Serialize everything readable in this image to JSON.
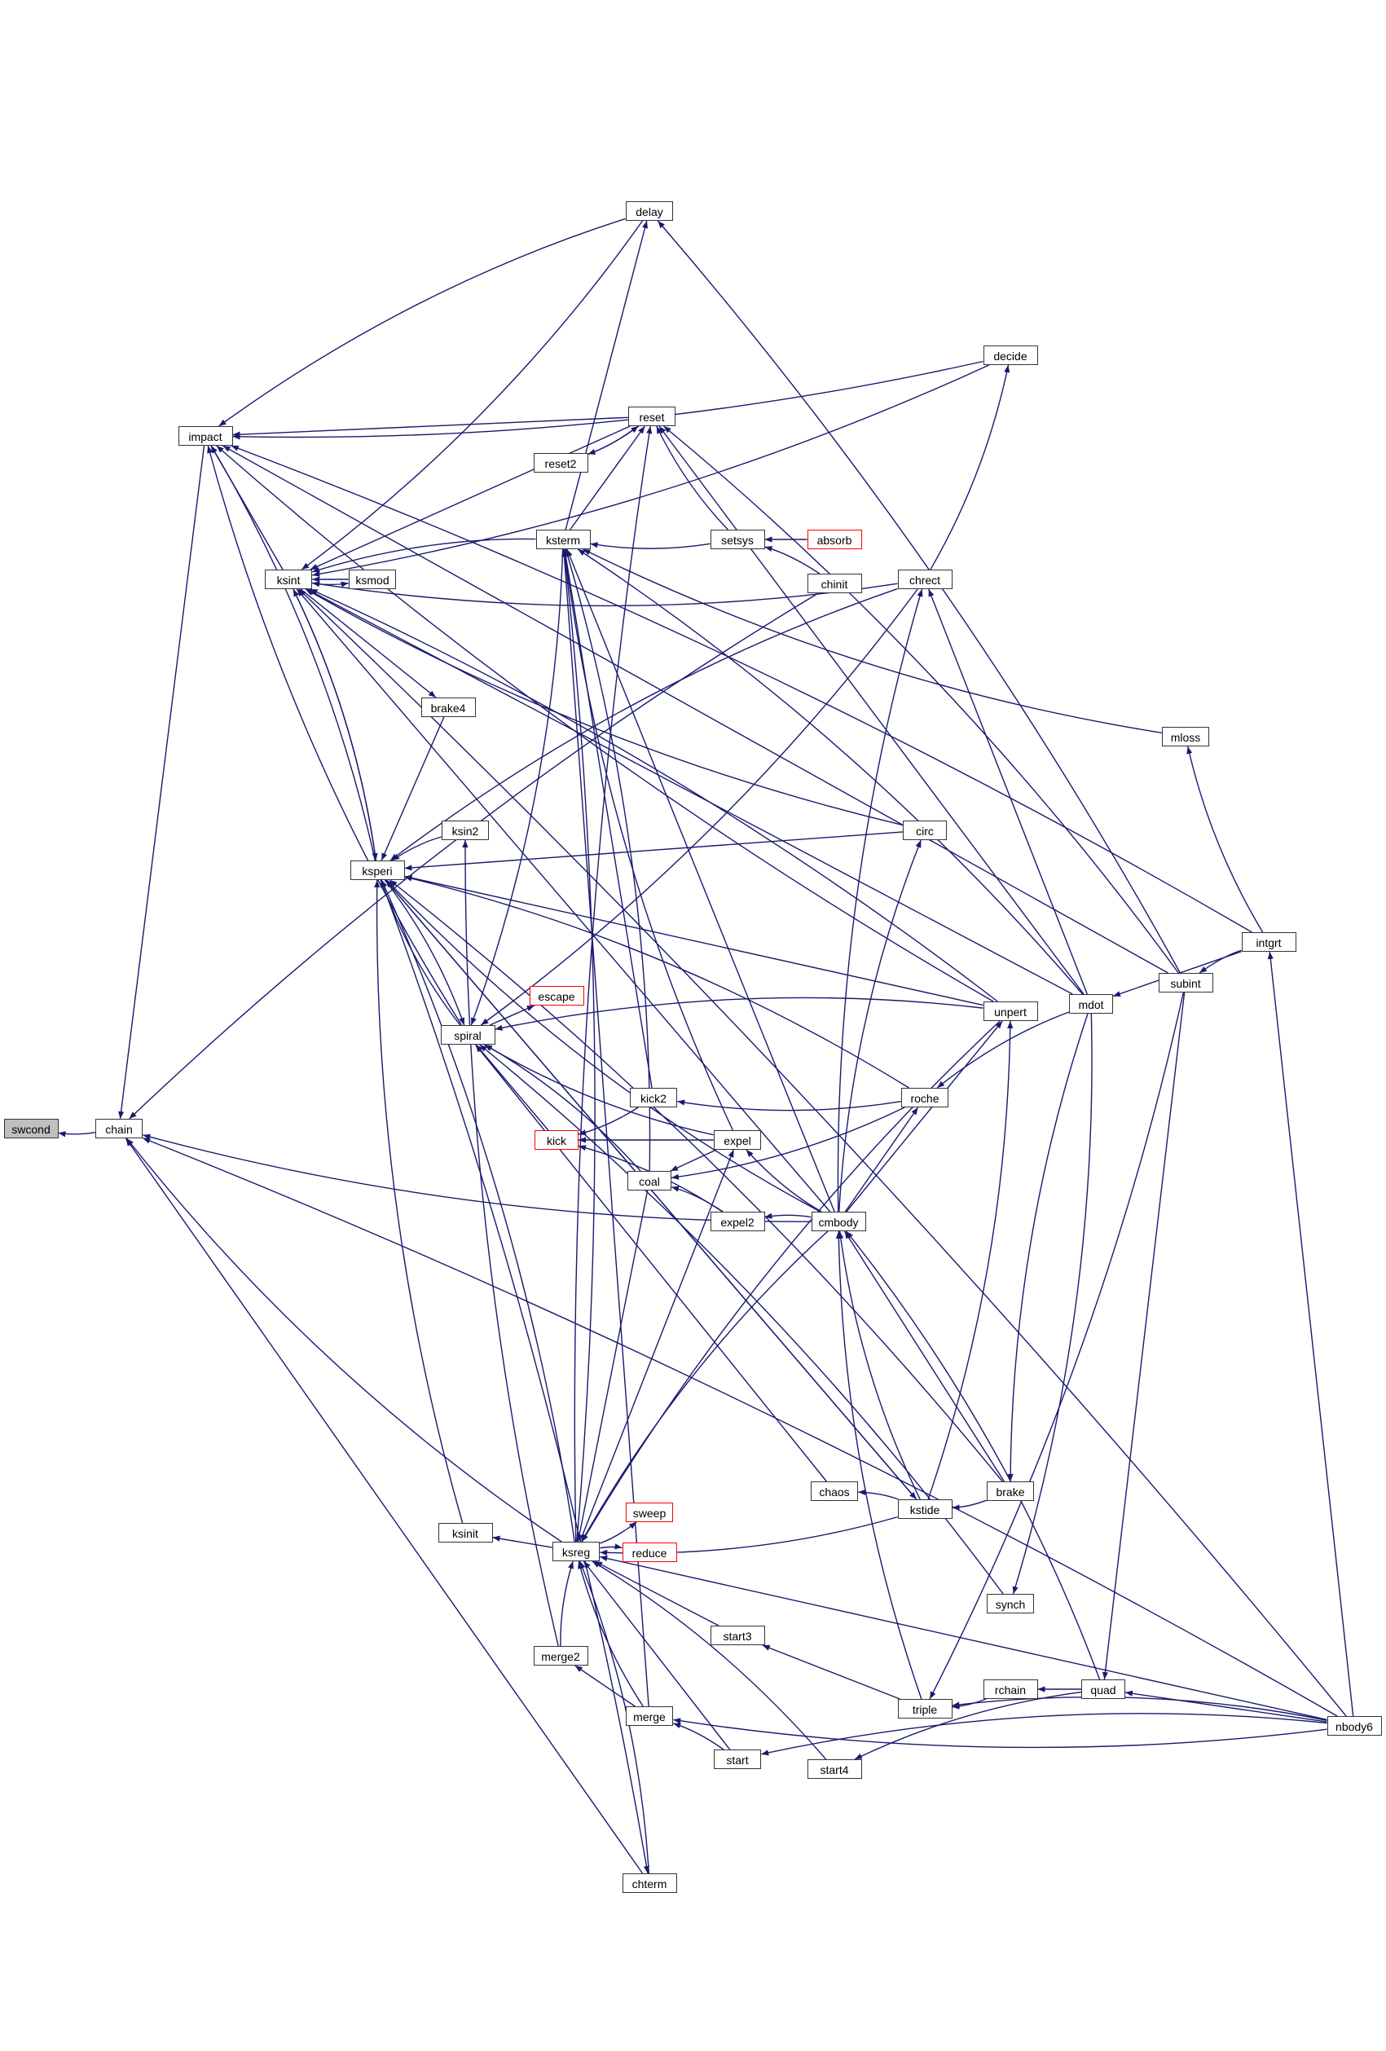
{
  "colors": {
    "edge": "#191970",
    "root_fill": "#bfbfbf",
    "border": "#333333",
    "truncated_border": "#ff0000"
  },
  "nodes": [
    {
      "id": "swcond",
      "label": "swcond",
      "root": true
    },
    {
      "id": "chain",
      "label": "chain"
    },
    {
      "id": "impact",
      "label": "impact"
    },
    {
      "id": "ksint",
      "label": "ksint"
    },
    {
      "id": "ksmod",
      "label": "ksmod"
    },
    {
      "id": "brake4",
      "label": "brake4"
    },
    {
      "id": "ksin2",
      "label": "ksin2"
    },
    {
      "id": "ksperi",
      "label": "ksperi"
    },
    {
      "id": "spiral",
      "label": "spiral"
    },
    {
      "id": "ksinit",
      "label": "ksinit"
    },
    {
      "id": "ksreg",
      "label": "ksreg"
    },
    {
      "id": "merge2",
      "label": "merge2"
    },
    {
      "id": "delay",
      "label": "delay"
    },
    {
      "id": "reset",
      "label": "reset"
    },
    {
      "id": "reset2",
      "label": "reset2"
    },
    {
      "id": "ksterm",
      "label": "ksterm"
    },
    {
      "id": "escape",
      "label": "escape",
      "truncated": true
    },
    {
      "id": "kick",
      "label": "kick",
      "truncated": true
    },
    {
      "id": "kick2",
      "label": "kick2"
    },
    {
      "id": "coal",
      "label": "coal"
    },
    {
      "id": "expel",
      "label": "expel"
    },
    {
      "id": "expel2",
      "label": "expel2"
    },
    {
      "id": "cmbody",
      "label": "cmbody"
    },
    {
      "id": "setsys",
      "label": "setsys"
    },
    {
      "id": "absorb",
      "label": "absorb",
      "truncated": true
    },
    {
      "id": "chinit",
      "label": "chinit"
    },
    {
      "id": "chrect",
      "label": "chrect"
    },
    {
      "id": "decide",
      "label": "decide"
    },
    {
      "id": "circ",
      "label": "circ"
    },
    {
      "id": "unpert",
      "label": "unpert"
    },
    {
      "id": "roche",
      "label": "roche"
    },
    {
      "id": "mdot",
      "label": "mdot"
    },
    {
      "id": "subint",
      "label": "subint"
    },
    {
      "id": "intgrt",
      "label": "intgrt"
    },
    {
      "id": "mloss",
      "label": "mloss"
    },
    {
      "id": "chaos",
      "label": "chaos"
    },
    {
      "id": "kstide",
      "label": "kstide"
    },
    {
      "id": "brake",
      "label": "brake"
    },
    {
      "id": "sweep",
      "label": "sweep",
      "truncated": true
    },
    {
      "id": "reduce",
      "label": "reduce",
      "truncated": true
    },
    {
      "id": "start3",
      "label": "start3"
    },
    {
      "id": "synch",
      "label": "synch"
    },
    {
      "id": "triple",
      "label": "triple"
    },
    {
      "id": "rchain",
      "label": "rchain"
    },
    {
      "id": "quad",
      "label": "quad"
    },
    {
      "id": "merge",
      "label": "merge"
    },
    {
      "id": "start",
      "label": "start"
    },
    {
      "id": "start4",
      "label": "start4"
    },
    {
      "id": "chterm",
      "label": "chterm"
    },
    {
      "id": "nbody6",
      "label": "nbody6"
    }
  ],
  "edges": [
    [
      "chain",
      "swcond"
    ],
    [
      "impact",
      "chain"
    ],
    [
      "chinit",
      "chain"
    ],
    [
      "cmbody",
      "chain"
    ],
    [
      "chterm",
      "chain"
    ],
    [
      "nbody6",
      "chain"
    ],
    [
      "ksreg",
      "chain"
    ],
    [
      "ksint",
      "impact"
    ],
    [
      "ksperi",
      "impact"
    ],
    [
      "spiral",
      "impact"
    ],
    [
      "reset",
      "impact"
    ],
    [
      "delay",
      "impact"
    ],
    [
      "decide",
      "impact"
    ],
    [
      "subint",
      "impact"
    ],
    [
      "intgrt",
      "impact"
    ],
    [
      "unpert",
      "impact"
    ],
    [
      "ksmod",
      "ksint"
    ],
    [
      "ksperi",
      "ksint"
    ],
    [
      "delay",
      "ksint"
    ],
    [
      "reset",
      "ksint"
    ],
    [
      "ksterm",
      "ksint"
    ],
    [
      "chrect",
      "ksint"
    ],
    [
      "mdot",
      "ksint"
    ],
    [
      "nbody6",
      "ksint"
    ],
    [
      "decide",
      "ksint"
    ],
    [
      "ksint",
      "brake4"
    ],
    [
      "ksint",
      "ksmod"
    ],
    [
      "circ",
      "ksint"
    ],
    [
      "cmbody",
      "ksint"
    ],
    [
      "unpert",
      "ksint"
    ],
    [
      "ksint",
      "ksperi"
    ],
    [
      "brake4",
      "ksperi"
    ],
    [
      "ksin2",
      "ksperi"
    ],
    [
      "spiral",
      "ksperi"
    ],
    [
      "circ",
      "ksperi"
    ],
    [
      "roche",
      "ksperi"
    ],
    [
      "cmbody",
      "ksperi"
    ],
    [
      "unpert",
      "ksperi"
    ],
    [
      "chrect",
      "ksperi"
    ],
    [
      "ksinit",
      "ksperi"
    ],
    [
      "kstide",
      "ksperi"
    ],
    [
      "ksreg",
      "ksperi"
    ],
    [
      "ksperi",
      "spiral"
    ],
    [
      "spiral",
      "escape"
    ],
    [
      "unpert",
      "spiral"
    ],
    [
      "expel",
      "spiral"
    ],
    [
      "kick",
      "spiral"
    ],
    [
      "coal",
      "spiral"
    ],
    [
      "chrect",
      "spiral"
    ],
    [
      "chaos",
      "spiral"
    ],
    [
      "synch",
      "spiral"
    ],
    [
      "setsys",
      "ksterm"
    ],
    [
      "kick2",
      "ksterm"
    ],
    [
      "coal",
      "ksterm"
    ],
    [
      "expel",
      "ksterm"
    ],
    [
      "cmbody",
      "ksterm"
    ],
    [
      "mdot",
      "ksterm"
    ],
    [
      "mloss",
      "ksterm"
    ],
    [
      "merge",
      "ksterm"
    ],
    [
      "ksreg",
      "ksterm"
    ],
    [
      "ksterm",
      "spiral"
    ],
    [
      "ksterm",
      "reset"
    ],
    [
      "reset2",
      "reset"
    ],
    [
      "setsys",
      "reset"
    ],
    [
      "mdot",
      "reset"
    ],
    [
      "subint",
      "reset"
    ],
    [
      "ksreg",
      "reset"
    ],
    [
      "ksterm",
      "delay"
    ],
    [
      "subint",
      "delay"
    ],
    [
      "reset",
      "reset2"
    ],
    [
      "absorb",
      "setsys"
    ],
    [
      "chinit",
      "setsys"
    ],
    [
      "cmbody",
      "chrect"
    ],
    [
      "mdot",
      "chrect"
    ],
    [
      "chrect",
      "decide"
    ],
    [
      "cmbody",
      "circ"
    ],
    [
      "cmbody",
      "unpert"
    ],
    [
      "kstide",
      "unpert"
    ],
    [
      "roche",
      "kick2"
    ],
    [
      "cmbody",
      "roche"
    ],
    [
      "mdot",
      "roche"
    ],
    [
      "kick2",
      "kick"
    ],
    [
      "expel",
      "kick"
    ],
    [
      "expel2",
      "kick"
    ],
    [
      "roche",
      "coal"
    ],
    [
      "expel",
      "coal"
    ],
    [
      "expel2",
      "coal"
    ],
    [
      "cmbody",
      "expel"
    ],
    [
      "ksreg",
      "expel"
    ],
    [
      "cmbody",
      "expel2"
    ],
    [
      "kstide",
      "cmbody"
    ],
    [
      "brake",
      "cmbody"
    ],
    [
      "quad",
      "cmbody"
    ],
    [
      "triple",
      "cmbody"
    ],
    [
      "intgrt",
      "mdot"
    ],
    [
      "intgrt",
      "subint"
    ],
    [
      "intgrt",
      "mloss"
    ],
    [
      "nbody6",
      "intgrt"
    ],
    [
      "mdot",
      "brake"
    ],
    [
      "mdot",
      "synch"
    ],
    [
      "subint",
      "quad"
    ],
    [
      "kstide",
      "chaos"
    ],
    [
      "brake",
      "kstide"
    ],
    [
      "ksreg",
      "ksinit"
    ],
    [
      "ksreg",
      "sweep"
    ],
    [
      "ksreg",
      "reduce"
    ],
    [
      "start3",
      "ksreg"
    ],
    [
      "start4",
      "ksreg"
    ],
    [
      "merge",
      "ksreg"
    ],
    [
      "start",
      "ksreg"
    ],
    [
      "chterm",
      "ksreg"
    ],
    [
      "merge2",
      "ksreg"
    ],
    [
      "nbody6",
      "ksreg"
    ],
    [
      "unpert",
      "ksreg"
    ],
    [
      "kstide",
      "ksreg"
    ],
    [
      "coal",
      "ksreg"
    ],
    [
      "cmbody",
      "ksreg"
    ],
    [
      "merge2",
      "ksin2"
    ],
    [
      "triple",
      "start3"
    ],
    [
      "quad",
      "start4"
    ],
    [
      "rchain",
      "triple"
    ],
    [
      "quad",
      "rchain"
    ],
    [
      "nbody6",
      "triple"
    ],
    [
      "subint",
      "triple"
    ],
    [
      "nbody6",
      "quad"
    ],
    [
      "start",
      "merge"
    ],
    [
      "nbody6",
      "merge"
    ],
    [
      "merge",
      "merge2"
    ],
    [
      "nbody6",
      "start"
    ],
    [
      "ksperi",
      "chterm"
    ],
    [
      "ksperi",
      "kstide"
    ],
    [
      "brake",
      "ksperi"
    ]
  ]
}
